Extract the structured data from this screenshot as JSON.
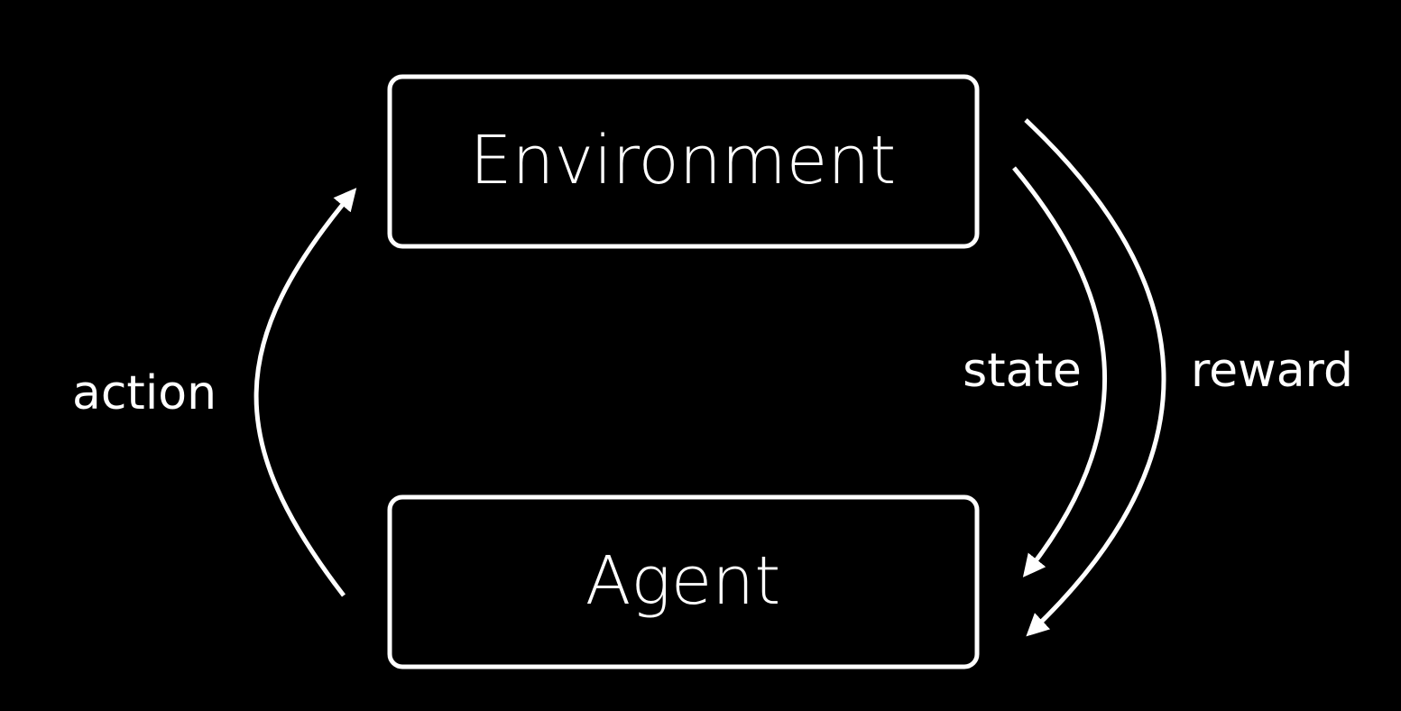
{
  "diagram": {
    "nodes": {
      "environment": {
        "label": "Environment"
      },
      "agent": {
        "label": "Agent"
      }
    },
    "edges": {
      "action": {
        "label": "action",
        "from": "Agent",
        "to": "Environment"
      },
      "state": {
        "label": "state",
        "from": "Environment",
        "to": "Agent"
      },
      "reward": {
        "label": "reward",
        "from": "Environment",
        "to": "Agent"
      }
    },
    "colors": {
      "background": "#000000",
      "stroke": "#ffffff",
      "text": "#ffffff"
    }
  }
}
